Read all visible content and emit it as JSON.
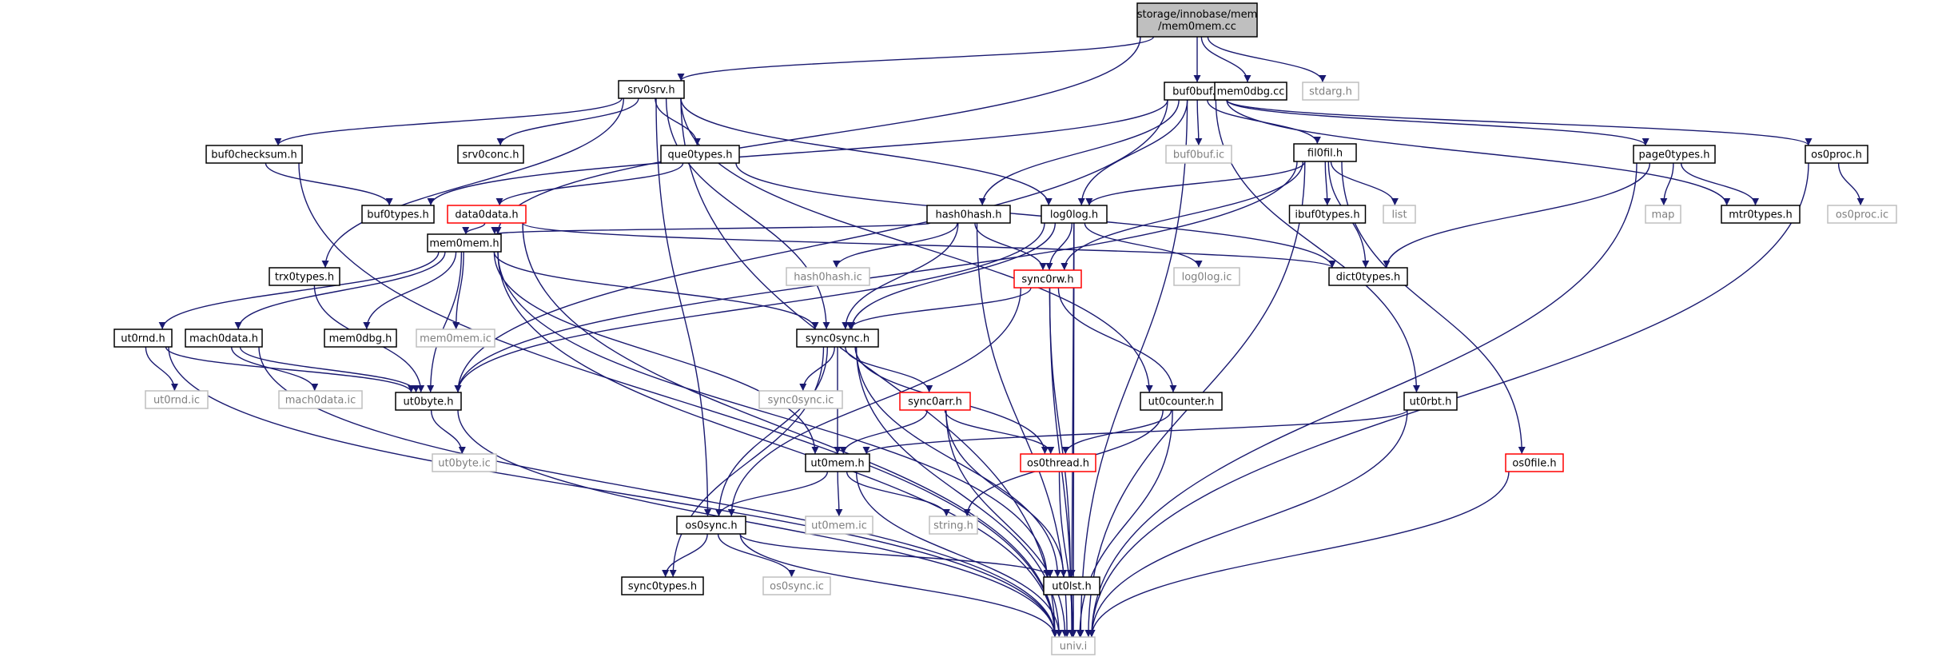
{
  "palette": {
    "edge": "#191970",
    "normal_border": "#000000",
    "missing_border": "#bfbfbf",
    "error_border": "#ff0000",
    "root_fill": "#bfbfbf",
    "text": "#000000",
    "missing_text": "#7f7f7f",
    "error_text": "#000000"
  },
  "nodes": [
    {
      "id": "root",
      "lines": [
        "storage/innobase/mem",
        "/mem0mem.cc"
      ],
      "style": "root"
    },
    {
      "id": "srv0srv",
      "lines": [
        "srv0srv.h"
      ],
      "style": "normal"
    },
    {
      "id": "buf0buf",
      "lines": [
        "buf0buf.h"
      ],
      "style": "normal"
    },
    {
      "id": "mem0dbg_cc",
      "lines": [
        "mem0dbg.cc"
      ],
      "style": "normal"
    },
    {
      "id": "stdarg",
      "lines": [
        "stdarg.h"
      ],
      "style": "missing"
    },
    {
      "id": "buf0checksum",
      "lines": [
        "buf0checksum.h"
      ],
      "style": "normal"
    },
    {
      "id": "srv0conc",
      "lines": [
        "srv0conc.h"
      ],
      "style": "normal"
    },
    {
      "id": "que0types",
      "lines": [
        "que0types.h"
      ],
      "style": "normal"
    },
    {
      "id": "buf0buf_ic",
      "lines": [
        "buf0buf.ic"
      ],
      "style": "missing"
    },
    {
      "id": "fil0fil",
      "lines": [
        "fil0fil.h"
      ],
      "style": "normal"
    },
    {
      "id": "page0types",
      "lines": [
        "page0types.h"
      ],
      "style": "normal"
    },
    {
      "id": "os0proc",
      "lines": [
        "os0proc.h"
      ],
      "style": "normal"
    },
    {
      "id": "buf0types",
      "lines": [
        "buf0types.h"
      ],
      "style": "normal"
    },
    {
      "id": "data0data",
      "lines": [
        "data0data.h"
      ],
      "style": "error"
    },
    {
      "id": "hash0hash",
      "lines": [
        "hash0hash.h"
      ],
      "style": "normal"
    },
    {
      "id": "log0log",
      "lines": [
        "log0log.h"
      ],
      "style": "normal"
    },
    {
      "id": "ibuf0types",
      "lines": [
        "ibuf0types.h"
      ],
      "style": "normal"
    },
    {
      "id": "list",
      "lines": [
        "list"
      ],
      "style": "missing"
    },
    {
      "id": "map",
      "lines": [
        "map"
      ],
      "style": "missing"
    },
    {
      "id": "mtr0types",
      "lines": [
        "mtr0types.h"
      ],
      "style": "normal"
    },
    {
      "id": "os0proc_ic",
      "lines": [
        "os0proc.ic"
      ],
      "style": "missing"
    },
    {
      "id": "trx0types",
      "lines": [
        "trx0types.h"
      ],
      "style": "normal"
    },
    {
      "id": "mem0mem_h",
      "lines": [
        "mem0mem.h"
      ],
      "style": "normal"
    },
    {
      "id": "hash0hash_ic",
      "lines": [
        "hash0hash.ic"
      ],
      "style": "missing"
    },
    {
      "id": "sync0rw",
      "lines": [
        "sync0rw.h"
      ],
      "style": "error"
    },
    {
      "id": "log0log_ic",
      "lines": [
        "log0log.ic"
      ],
      "style": "missing"
    },
    {
      "id": "dict0types",
      "lines": [
        "dict0types.h"
      ],
      "style": "normal"
    },
    {
      "id": "ut0rnd",
      "lines": [
        "ut0rnd.h"
      ],
      "style": "normal"
    },
    {
      "id": "mach0data",
      "lines": [
        "mach0data.h"
      ],
      "style": "normal"
    },
    {
      "id": "mem0dbg_h",
      "lines": [
        "mem0dbg.h"
      ],
      "style": "normal"
    },
    {
      "id": "mem0mem_ic",
      "lines": [
        "mem0mem.ic"
      ],
      "style": "missing"
    },
    {
      "id": "sync0sync",
      "lines": [
        "sync0sync.h"
      ],
      "style": "normal"
    },
    {
      "id": "ut0rnd_ic",
      "lines": [
        "ut0rnd.ic"
      ],
      "style": "missing"
    },
    {
      "id": "mach0data_ic",
      "lines": [
        "mach0data.ic"
      ],
      "style": "missing"
    },
    {
      "id": "ut0byte",
      "lines": [
        "ut0byte.h"
      ],
      "style": "normal"
    },
    {
      "id": "sync0sync_ic",
      "lines": [
        "sync0sync.ic"
      ],
      "style": "missing"
    },
    {
      "id": "sync0arr",
      "lines": [
        "sync0arr.h"
      ],
      "style": "error"
    },
    {
      "id": "ut0counter",
      "lines": [
        "ut0counter.h"
      ],
      "style": "normal"
    },
    {
      "id": "ut0rbt",
      "lines": [
        "ut0rbt.h"
      ],
      "style": "normal"
    },
    {
      "id": "ut0byte_ic",
      "lines": [
        "ut0byte.ic"
      ],
      "style": "missing"
    },
    {
      "id": "ut0mem",
      "lines": [
        "ut0mem.h"
      ],
      "style": "normal"
    },
    {
      "id": "os0thread",
      "lines": [
        "os0thread.h"
      ],
      "style": "error"
    },
    {
      "id": "os0file",
      "lines": [
        "os0file.h"
      ],
      "style": "error"
    },
    {
      "id": "os0sync",
      "lines": [
        "os0sync.h"
      ],
      "style": "normal"
    },
    {
      "id": "ut0mem_ic",
      "lines": [
        "ut0mem.ic"
      ],
      "style": "missing"
    },
    {
      "id": "string",
      "lines": [
        "string.h"
      ],
      "style": "missing"
    },
    {
      "id": "sync0types",
      "lines": [
        "sync0types.h"
      ],
      "style": "normal"
    },
    {
      "id": "os0sync_ic",
      "lines": [
        "os0sync.ic"
      ],
      "style": "missing"
    },
    {
      "id": "ut0lst",
      "lines": [
        "ut0lst.h"
      ],
      "style": "normal"
    },
    {
      "id": "univ",
      "lines": [
        "univ.i"
      ],
      "style": "missing"
    }
  ],
  "edges": [
    [
      "root",
      "srv0srv"
    ],
    [
      "root",
      "buf0buf"
    ],
    [
      "root",
      "mem0dbg_cc"
    ],
    [
      "root",
      "stdarg"
    ],
    [
      "root",
      "mem0mem_h"
    ],
    [
      "srv0srv",
      "buf0checksum"
    ],
    [
      "srv0srv",
      "srv0conc"
    ],
    [
      "srv0srv",
      "que0types"
    ],
    [
      "srv0srv",
      "trx0types"
    ],
    [
      "srv0srv",
      "log0log"
    ],
    [
      "srv0srv",
      "sync0sync"
    ],
    [
      "srv0srv",
      "os0sync"
    ],
    [
      "srv0srv",
      "univ"
    ],
    [
      "srv0srv",
      "ut0counter"
    ],
    [
      "buf0checksum",
      "buf0types"
    ],
    [
      "buf0checksum",
      "univ"
    ],
    [
      "que0types",
      "data0data"
    ],
    [
      "que0types",
      "dict0types"
    ],
    [
      "buf0buf",
      "buf0types"
    ],
    [
      "buf0buf",
      "buf0buf_ic"
    ],
    [
      "buf0buf",
      "fil0fil"
    ],
    [
      "buf0buf",
      "page0types"
    ],
    [
      "buf0buf",
      "os0proc"
    ],
    [
      "buf0buf",
      "hash0hash"
    ],
    [
      "buf0buf",
      "log0log"
    ],
    [
      "buf0buf",
      "mtr0types"
    ],
    [
      "buf0buf",
      "ut0rbt"
    ],
    [
      "buf0buf",
      "ut0byte"
    ],
    [
      "buf0buf",
      "univ"
    ],
    [
      "fil0fil",
      "ibuf0types"
    ],
    [
      "fil0fil",
      "list"
    ],
    [
      "fil0fil",
      "dict0types"
    ],
    [
      "fil0fil",
      "log0log"
    ],
    [
      "fil0fil",
      "sync0rw"
    ],
    [
      "fil0fil",
      "os0file"
    ],
    [
      "fil0fil",
      "ut0byte"
    ],
    [
      "fil0fil",
      "univ"
    ],
    [
      "page0types",
      "map"
    ],
    [
      "page0types",
      "mtr0types"
    ],
    [
      "page0types",
      "dict0types"
    ],
    [
      "page0types",
      "univ"
    ],
    [
      "os0proc",
      "os0proc_ic"
    ],
    [
      "os0proc",
      "univ"
    ],
    [
      "data0data",
      "mem0mem_h"
    ],
    [
      "data0data",
      "dict0types"
    ],
    [
      "data0data",
      "univ"
    ],
    [
      "hash0hash",
      "mem0mem_h"
    ],
    [
      "hash0hash",
      "hash0hash_ic"
    ],
    [
      "hash0hash",
      "sync0rw"
    ],
    [
      "hash0hash",
      "sync0sync"
    ],
    [
      "hash0hash",
      "univ"
    ],
    [
      "log0log",
      "sync0rw"
    ],
    [
      "log0log",
      "log0log_ic"
    ],
    [
      "log0log",
      "sync0sync"
    ],
    [
      "log0log",
      "ut0byte"
    ],
    [
      "log0log",
      "ut0lst"
    ],
    [
      "log0log",
      "univ"
    ],
    [
      "trx0types",
      "ut0byte"
    ],
    [
      "mem0mem_h",
      "ut0rnd"
    ],
    [
      "mem0mem_h",
      "mach0data"
    ],
    [
      "mem0mem_h",
      "mem0dbg_h"
    ],
    [
      "mem0mem_h",
      "mem0mem_ic"
    ],
    [
      "mem0mem_h",
      "sync0sync"
    ],
    [
      "mem0mem_h",
      "ut0byte"
    ],
    [
      "mem0mem_h",
      "ut0mem"
    ],
    [
      "mem0mem_h",
      "ut0lst"
    ],
    [
      "mem0mem_h",
      "univ"
    ],
    [
      "sync0rw",
      "sync0sync"
    ],
    [
      "sync0rw",
      "ut0counter"
    ],
    [
      "sync0rw",
      "os0sync"
    ],
    [
      "sync0rw",
      "ut0lst"
    ],
    [
      "sync0rw",
      "univ"
    ],
    [
      "ut0rnd",
      "ut0rnd_ic"
    ],
    [
      "ut0rnd",
      "ut0byte"
    ],
    [
      "ut0rnd",
      "univ"
    ],
    [
      "mach0data",
      "mach0data_ic"
    ],
    [
      "mach0data",
      "ut0byte"
    ],
    [
      "mach0data",
      "univ"
    ],
    [
      "sync0sync",
      "sync0sync_ic"
    ],
    [
      "sync0sync",
      "sync0arr"
    ],
    [
      "sync0sync",
      "ut0mem"
    ],
    [
      "sync0sync",
      "os0sync"
    ],
    [
      "sync0sync",
      "sync0types"
    ],
    [
      "sync0sync",
      "os0thread"
    ],
    [
      "sync0sync",
      "ut0lst"
    ],
    [
      "sync0sync",
      "univ"
    ],
    [
      "sync0arr",
      "ut0mem"
    ],
    [
      "sync0arr",
      "os0thread"
    ],
    [
      "sync0arr",
      "ut0lst"
    ],
    [
      "sync0arr",
      "univ"
    ],
    [
      "ut0counter",
      "os0thread"
    ],
    [
      "ut0counter",
      "string"
    ],
    [
      "ut0counter",
      "univ"
    ],
    [
      "ut0rbt",
      "ut0mem"
    ],
    [
      "ut0rbt",
      "univ"
    ],
    [
      "ut0byte",
      "ut0byte_ic"
    ],
    [
      "ut0byte",
      "univ"
    ],
    [
      "ut0mem",
      "os0sync"
    ],
    [
      "ut0mem",
      "ut0mem_ic"
    ],
    [
      "ut0mem",
      "string"
    ],
    [
      "ut0mem",
      "univ"
    ],
    [
      "os0thread",
      "univ"
    ],
    [
      "os0file",
      "univ"
    ],
    [
      "os0sync",
      "sync0types"
    ],
    [
      "os0sync",
      "os0sync_ic"
    ],
    [
      "os0sync",
      "ut0lst"
    ],
    [
      "os0sync",
      "univ"
    ],
    [
      "ut0lst",
      "univ"
    ]
  ]
}
